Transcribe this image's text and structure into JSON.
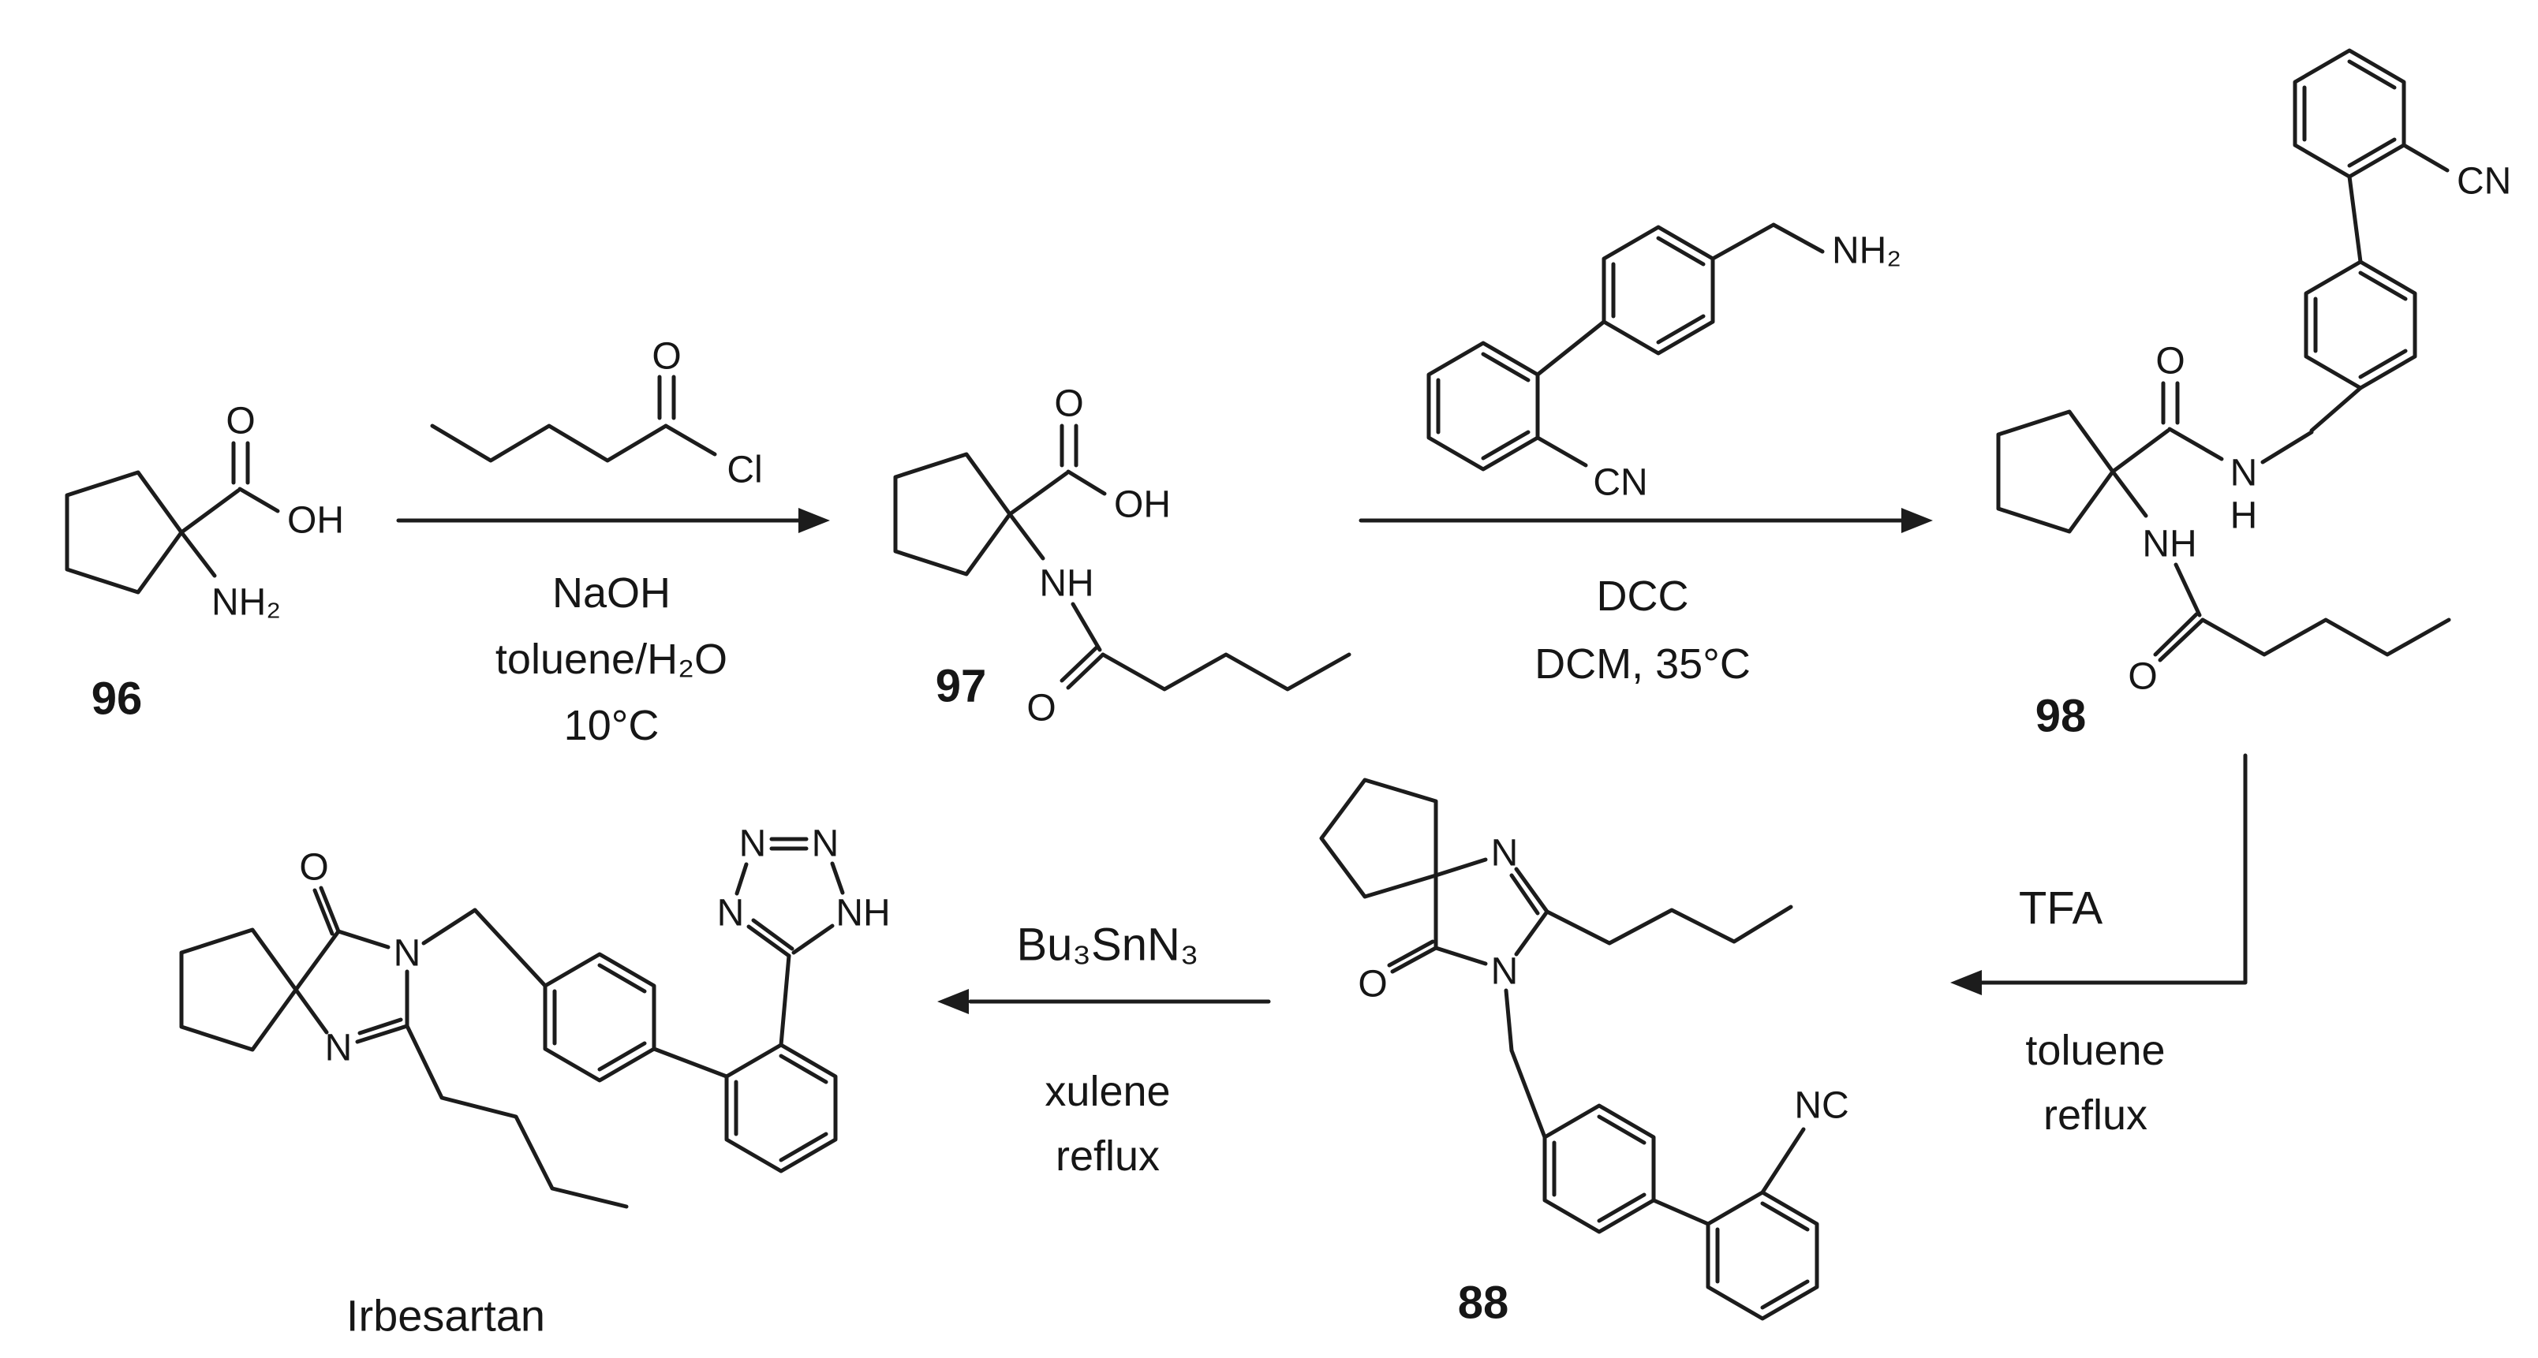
{
  "compounds": {
    "c96": {
      "number": "96",
      "o": "O",
      "oh": "OH",
      "nh2": "NH₂"
    },
    "valeryl_chloride": {
      "o": "O",
      "cl": "Cl"
    },
    "c97": {
      "number": "97",
      "o_acid": "O",
      "oh": "OH",
      "nh": "NH",
      "o_amide": "O"
    },
    "amine": {
      "nh2": "NH₂",
      "cn": "CN"
    },
    "c98": {
      "number": "98",
      "o_top": "O",
      "n": "N",
      "h": "H",
      "cn": "CN",
      "nh": "NH",
      "o_bottom": "O"
    },
    "c88": {
      "number": "88",
      "n_imine": "N",
      "n_amide": "N",
      "o": "O",
      "nc": "NC"
    },
    "irbesartan": {
      "name": "Irbesartan",
      "o": "O",
      "n_imine": "N",
      "n_amide": "N",
      "tz_n1": "N",
      "tz_n2": "N",
      "tz_n3": "N",
      "tz_nh": "NH"
    }
  },
  "conditions": {
    "step1": {
      "line1": "NaOH",
      "line2": "toluene/H₂O",
      "line3": "10°C"
    },
    "step2": {
      "line1": "DCC",
      "line2": "DCM, 35°C"
    },
    "step3": {
      "reagent": "TFA",
      "line1": "toluene",
      "line2": "reflux"
    },
    "step4": {
      "reagent": "Bu₃SnN₃",
      "line1": "xulene",
      "line2": "reflux"
    }
  }
}
